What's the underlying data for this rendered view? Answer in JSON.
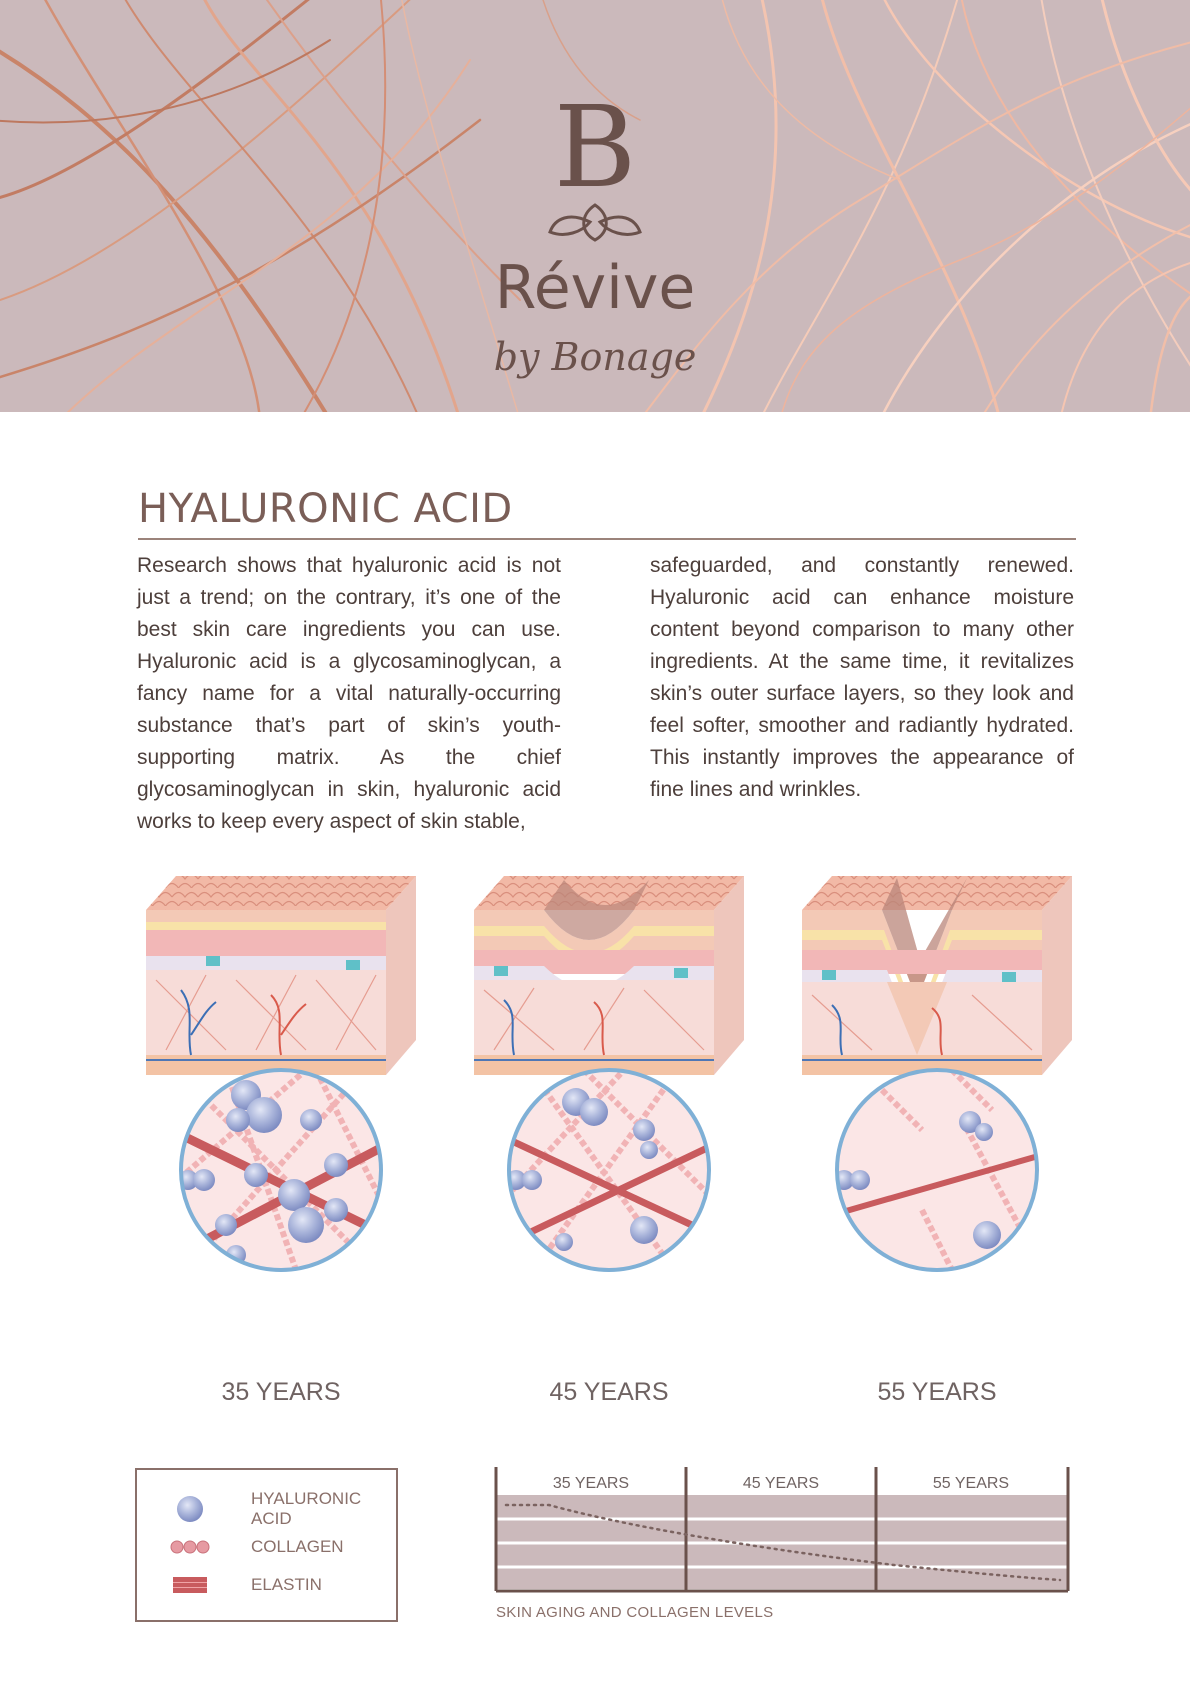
{
  "brand": {
    "logo_letter": "B",
    "name": "Révive",
    "tagline": "by Bonage"
  },
  "article": {
    "title": "HYALURONIC ACID",
    "paragraph_left": "Research shows that hyaluronic acid is not just a trend; on the contrary, it’s one of the best skin care ingredients you can use. Hyaluronic acid is a glycosaminoglycan, a fancy name for a vital naturally-occurring substance that’s part of skin’s youth-supporting matrix. As the chief glycosaminoglycan in skin, hyaluronic acid works to keep every aspect of skin stable,",
    "paragraph_right": "safeguarded, and constantly renewed. Hyaluronic acid can enhance moisture content beyond comparison to many other ingredients. At the same time, it revitalizes skin’s outer surface layers, so they look and feel softer, smoother and radiantly hydrated. This instantly improves the appearance of fine lines and wrinkles."
  },
  "stages": [
    {
      "label": "35 YEARS"
    },
    {
      "label": "45 YEARS"
    },
    {
      "label": "55 YEARS"
    }
  ],
  "legend": {
    "items": [
      {
        "label": "HYALURONIC ACID",
        "icon": "sphere-icon"
      },
      {
        "label": "COLLAGEN",
        "icon": "collagen-chain-icon"
      },
      {
        "label": "ELASTIN",
        "icon": "elastin-fiber-icon"
      }
    ]
  },
  "collagen_chart": {
    "columns": [
      "35 YEARS",
      "45 YEARS",
      "55 YEARS"
    ],
    "caption": "SKIN AGING AND COLLAGEN LEVELS",
    "trend": "decreasing"
  },
  "colors": {
    "banner_bg": "#cbb9bb",
    "brand_brown": "#6a514b",
    "copper": "#c98469",
    "rose_gold": "#f0b8a2",
    "circle_border": "#7fb0d6",
    "collagen": "#e69aa2",
    "elastin": "#c85b5e",
    "hyaluronic": "#a9b4da"
  }
}
